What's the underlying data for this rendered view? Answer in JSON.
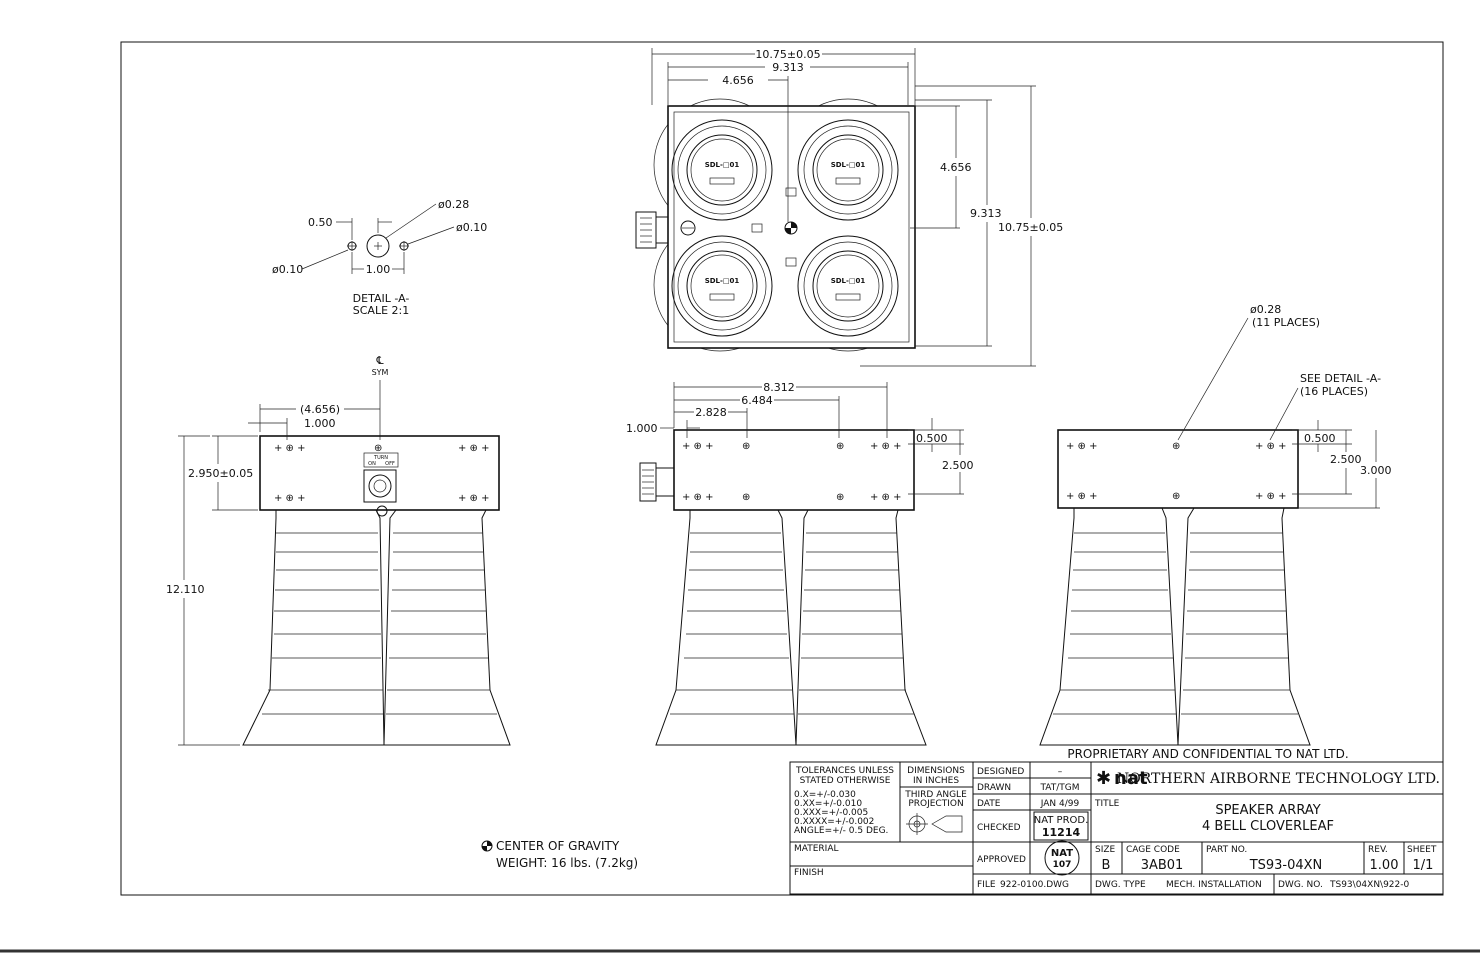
{
  "drawing": {
    "top_dims": {
      "overall_width": "10.75±0.05",
      "inner_width": "9.313",
      "half_width": "4.656",
      "right_half": "4.656",
      "right_inner": "9.313",
      "right_overall": "10.75±0.05"
    },
    "speaker_label": "SDL-□01",
    "detail": {
      "d1": "0.50",
      "d2": "ø0.28",
      "d3": "ø0.10",
      "d4": "ø0.10",
      "d5": "1.00",
      "title": "DETAIL -A-",
      "scale": "SCALE 2:1"
    },
    "left_view": {
      "centerline": "℄",
      "sym": "SYM",
      "d_4656": "(4.656)",
      "d_1000": "1.000",
      "d_2950": "2.950±0.05",
      "d_12110": "12.110",
      "switch_turn": "TURN",
      "switch_on": "ON",
      "switch_off": "OFF"
    },
    "mid_view": {
      "d_8312": "8.312",
      "d_6484": "6.484",
      "d_2828": "2.828",
      "d_1000": "1.000",
      "d_0500": "0.500",
      "d_2500": "2.500"
    },
    "right_view": {
      "hole_note": "ø0.28",
      "hole_places": "(11 PLACES)",
      "see_detail": "SEE DETAIL -A-",
      "detail_places": "(16 PLACES)",
      "d_0500": "0.500",
      "d_2500": "2.500",
      "d_3000": "3.000"
    },
    "cog_note": "CENTER OF GRAVITY",
    "weight_note": "WEIGHT: 16 lbs. (7.2kg)"
  },
  "title_block": {
    "proprietary": "PROPRIETARY AND CONFIDENTIAL TO NAT LTD.",
    "tolerances_title_1": "TOLERANCES UNLESS",
    "tolerances_title_2": "STATED OTHERWISE",
    "tol_lines": [
      "0.X=+/-0.030",
      "0.XX=+/-0.010",
      "0.XXX=+/-0.005",
      "0.XXXX=+/-0.002",
      "ANGLE=+/- 0.5 DEG."
    ],
    "dimensions_1": "DIMENSIONS",
    "dimensions_2": "IN INCHES",
    "projection_1": "THIRD ANGLE",
    "projection_2": "PROJECTION",
    "material": "MATERIAL",
    "finish": "FINISH",
    "designed_label": "DESIGNED",
    "designed_value": "–",
    "drawn_label": "DRAWN",
    "drawn_value": "TAT/TGM",
    "date_label": "DATE",
    "date_value": "JAN 4/99",
    "checked_label": "CHECKED",
    "stamp_text_1": "NAT PROD.",
    "stamp_text_2": "11214",
    "approved_label": "APPROVED",
    "stamp_circle_1": "NAT",
    "stamp_circle_2": "107",
    "file_label": "FILE",
    "file_value": "922-0100.DWG",
    "logo_text": "nat",
    "company": "NORTHERN AIRBORNE TECHNOLOGY LTD.",
    "title_label": "TITLE",
    "title_1": "SPEAKER ARRAY",
    "title_2": "4 BELL CLOVERLEAF",
    "size_label": "SIZE",
    "size_value": "B",
    "cage_label": "CAGE CODE",
    "cage_value": "3AB01",
    "part_label": "PART NO.",
    "part_value": "TS93-04XN",
    "rev_label": "REV.",
    "rev_value": "1.00",
    "sheet_label": "SHEET",
    "sheet_value": "1/1",
    "dwg_type_label": "DWG. TYPE",
    "dwg_type_value": "MECH. INSTALLATION",
    "dwg_no_label": "DWG. NO.",
    "dwg_no_value": "TS93\\04XN\\922-0"
  }
}
